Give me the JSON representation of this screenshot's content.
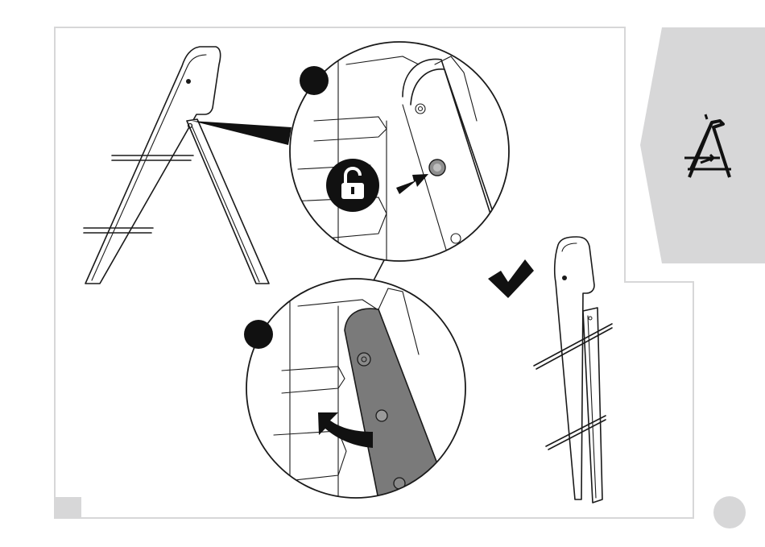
{
  "page": {
    "background": "#ffffff",
    "frame_color": "#d7d7d8",
    "tab_color": "#d7d7d8",
    "ink_color": "#1a1a1a",
    "leg_shade_color": "#7a7a7a"
  },
  "instruction": {
    "icons": {
      "tab_symbol": "folding-chair-icon",
      "unlock": "unlock-padlock-icon",
      "confirm": "checkmark-icon",
      "push_arrow": "push-arrow-icon",
      "fold_arrow": "curved-fold-arrow-icon"
    },
    "steps": [
      {
        "marker": "step-1-marker",
        "action": "press-release-button"
      },
      {
        "marker": "step-2-marker",
        "action": "fold-rear-leg"
      }
    ],
    "result": "chair-folded"
  }
}
